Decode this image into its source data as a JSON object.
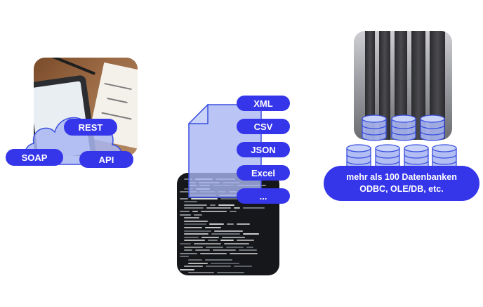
{
  "colors": {
    "accent": "#3535ea",
    "accent_light": "#a9b6f2",
    "accent_stroke": "#3a4fe0"
  },
  "api_group": {
    "cloud_icon": "cloud-icon",
    "labels": {
      "rest": "REST",
      "soap": "SOAP",
      "api": "API"
    }
  },
  "format_group": {
    "document_icon": "document-icon",
    "formats": [
      "XML",
      "CSV",
      "JSON",
      "Excel",
      "..."
    ]
  },
  "database_group": {
    "database_icon": "database-stack-icon",
    "line1": "mehr als 100 Datenbanken",
    "line2": "ODBC, OLE/DB, etc."
  }
}
